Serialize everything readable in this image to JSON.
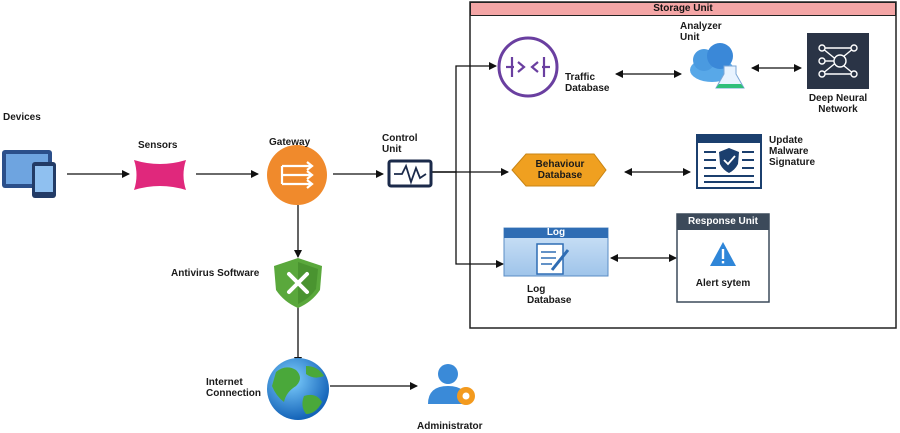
{
  "storage_unit": {
    "title": "Storage Unit"
  },
  "nodes": {
    "devices": "Devices",
    "sensors": "Sensors",
    "gateway": "Gateway",
    "control_unit": "Control\nUnit",
    "antivirus": "Antivirus Software",
    "internet": "Internet\nConnection",
    "administrator": "Administrator",
    "traffic_db": "Traffic\nDatabase",
    "analyzer": "Analyzer\nUnit",
    "dnn": "Deep Neural\nNetwork",
    "behaviour_db": "Behaviour\nDatabase",
    "update_malware": "Update\nMalware\nSignature",
    "log_header": "Log",
    "log_db": "Log\nDatabase",
    "response_unit": "Response Unit",
    "alert": "Alert sytem"
  },
  "colors": {
    "sensor": "#e0287c",
    "gateway": "#f08a2c",
    "shield": "#5aa83c",
    "behaviour": "#f0a020",
    "traffic_icon": "#6a3fa0",
    "blue_icon": "#3a78c8",
    "dnn_bg": "#2a3446"
  }
}
